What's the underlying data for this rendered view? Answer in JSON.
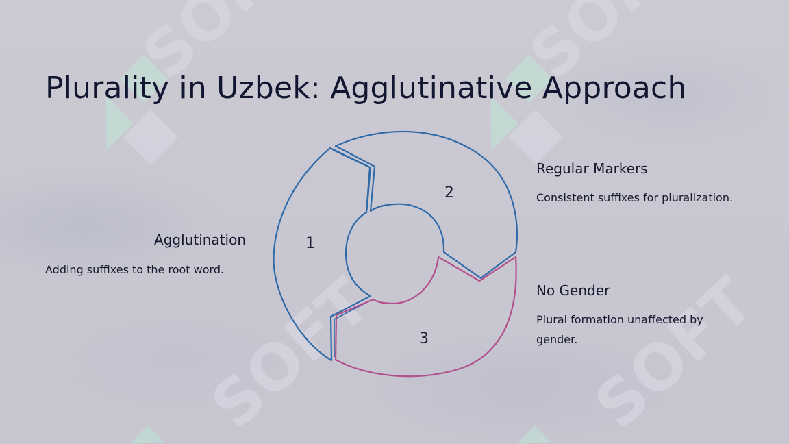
{
  "title": "Plurality in Uzbek: Agglutinative Approach",
  "cycle": {
    "segments": [
      {
        "number": "1",
        "heading": "Agglutination",
        "description": "Adding suffixes to the root word.",
        "color": "#2f6aa8"
      },
      {
        "number": "2",
        "heading": "Regular Markers",
        "description": "Consistent suffixes for pluralization.",
        "color": "#2f6aa8"
      },
      {
        "number": "3",
        "heading": "No Gender",
        "description": "Plural formation unaffected by gender.",
        "color": "#b2508d"
      }
    ]
  },
  "watermark": {
    "text": "SOFT",
    "accent": "#bfe3d6"
  }
}
